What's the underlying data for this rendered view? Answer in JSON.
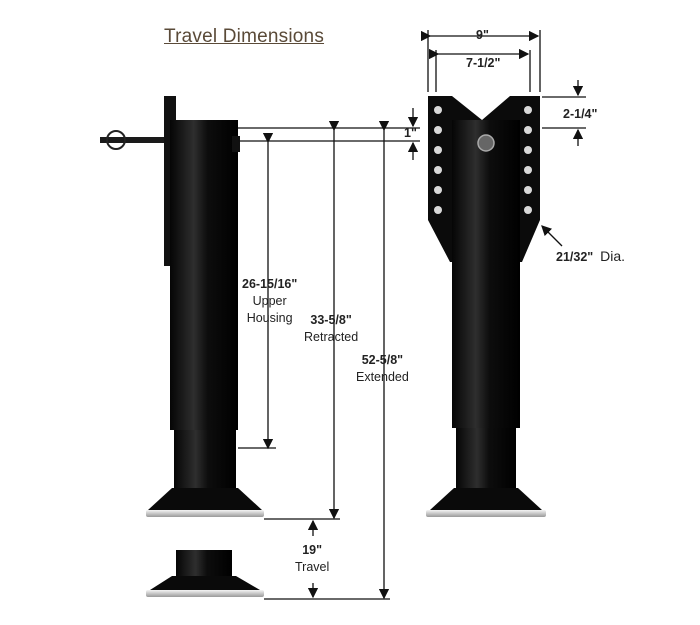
{
  "title": "Travel Dimensions",
  "labels": {
    "width_outer": "9\"",
    "width_inner": "7-1/2\"",
    "top_offset": "2-1/4\"",
    "one_inch": "1\"",
    "hole_dia_value": "21/32\"",
    "hole_dia_unit": "Dia.",
    "upper_housing_value": "26-15/16\"",
    "upper_housing_line1": "Upper",
    "upper_housing_line2": "Housing",
    "retracted_value": "33-5/8\"",
    "retracted_text": "Retracted",
    "extended_value": "52-5/8\"",
    "extended_text": "Extended",
    "travel_value": "19\"",
    "travel_text": "Travel"
  },
  "colors": {
    "jack_body": "#0b0b0b",
    "highlight": "#3a3a3a",
    "foot": "#d8d8d8",
    "line": "#111111",
    "title": "#5a4a38"
  }
}
